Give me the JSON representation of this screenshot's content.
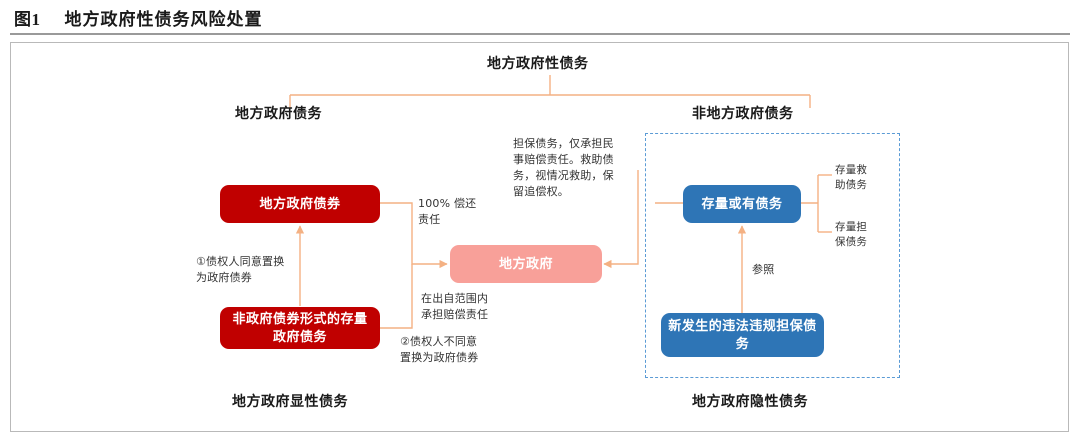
{
  "title": {
    "figure_label": "图1",
    "figure_title": "地方政府性债务风险处置"
  },
  "diagram": {
    "root_node": "地方政府性债务",
    "branch_left": "地方政府债务",
    "branch_right": "非地方政府债务",
    "boxes": {
      "local_gov_bond": "地方政府债券",
      "non_bond_stock_debt": "非政府债券形式的存量政府债务",
      "local_government": "地方政府",
      "stock_contingent_debt": "存量或有债务",
      "new_illegal_guarantee_debt": "新发生的违法违规担保债务"
    },
    "annotations": {
      "repay_100": "100% 偿还\n责任",
      "creditor_agree": "①债权人同意置换\n为政府债券",
      "compensate_scope": "在出自范围内\n承担赔偿责任",
      "creditor_disagree": "②债权人不同意\n置换为政府债券",
      "guarantee_note": "担保债务，仅承担民\n事赔偿责任。救助债\n务，视情况救助，保\n留追偿权。",
      "refer_to": "参照",
      "stock_relief_debt": "存量救\n助债务",
      "stock_guarantee_debt": "存量担\n保债务"
    },
    "footer_left": "地方政府显性债务",
    "footer_right": "地方政府隐性债务"
  },
  "colors": {
    "red_box": "#c00000",
    "pink_box": "#f8a099",
    "blue_box": "#2e75b6",
    "connector": "#f4b183",
    "dashed_border": "#5b9bd5"
  }
}
